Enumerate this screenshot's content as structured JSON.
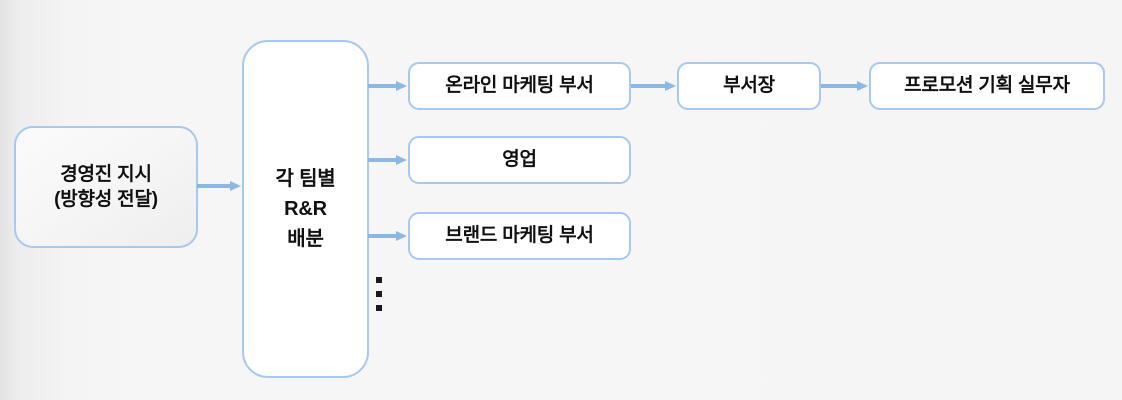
{
  "diagram": {
    "title": "",
    "background_color": "#f5f5f5",
    "accent_color": "#8cb8e8",
    "border_color": "#a7c8ef",
    "node_fill": "#ffffff",
    "nodes": {
      "executive_directive": "경영진 지시\n(방향성 전달)",
      "team_rr_allocation": "각 팀별\nR&R\n배분",
      "online_marketing_dept": "온라인 마케팅 부서",
      "sales": "영업",
      "brand_marketing_dept": "브랜드 마케팅 부서",
      "department_head": "부서장",
      "promotion_planner": "프로모션 기획 실무자"
    },
    "ellipsis": {
      "symbol": "⋮",
      "meaning": "more-teams-indicator"
    },
    "arrows": [
      {
        "from": "executive_directive",
        "to": "team_rr_allocation",
        "direction": "right"
      },
      {
        "from": "team_rr_allocation",
        "to": "online_marketing_dept",
        "direction": "right"
      },
      {
        "from": "team_rr_allocation",
        "to": "sales",
        "direction": "right"
      },
      {
        "from": "team_rr_allocation",
        "to": "brand_marketing_dept",
        "direction": "right"
      },
      {
        "from": "online_marketing_dept",
        "to": "department_head",
        "direction": "right"
      },
      {
        "from": "department_head",
        "to": "promotion_planner",
        "direction": "right"
      }
    ]
  }
}
